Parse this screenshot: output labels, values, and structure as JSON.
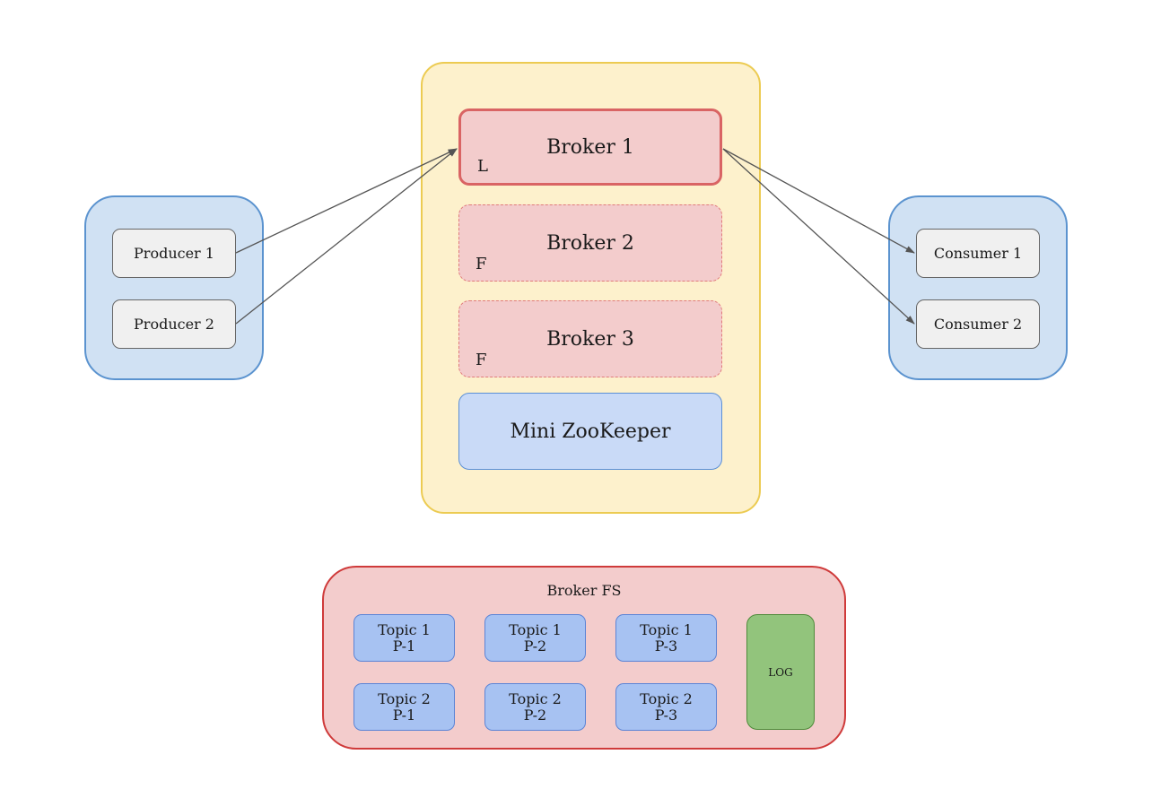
{
  "producers": {
    "items": [
      {
        "label": "Producer 1"
      },
      {
        "label": "Producer 2"
      }
    ]
  },
  "consumers": {
    "items": [
      {
        "label": "Consumer 1"
      },
      {
        "label": "Consumer 2"
      }
    ]
  },
  "cluster": {
    "brokers": [
      {
        "label": "Broker 1",
        "role": "L"
      },
      {
        "label": "Broker 2",
        "role": "F"
      },
      {
        "label": "Broker 3",
        "role": "F"
      }
    ],
    "zookeeper": {
      "label": "Mini ZooKeeper"
    }
  },
  "broker_fs": {
    "title": "Broker FS",
    "partitions": [
      {
        "topic": "Topic 1",
        "partition": "P-1"
      },
      {
        "topic": "Topic 1",
        "partition": "P-2"
      },
      {
        "topic": "Topic 1",
        "partition": "P-3"
      },
      {
        "topic": "Topic 2",
        "partition": "P-1"
      },
      {
        "topic": "Topic 2",
        "partition": "P-2"
      },
      {
        "topic": "Topic 2",
        "partition": "P-3"
      }
    ],
    "log": {
      "label": "LOG"
    }
  },
  "colors": {
    "client_group": "#d0e1f3",
    "cluster_group": "#fdf1cc",
    "broker": "#f3cccc",
    "zookeeper": "#c9daf7",
    "partition": "#a7c2f2",
    "log": "#92c47c",
    "edge": "#555555"
  }
}
